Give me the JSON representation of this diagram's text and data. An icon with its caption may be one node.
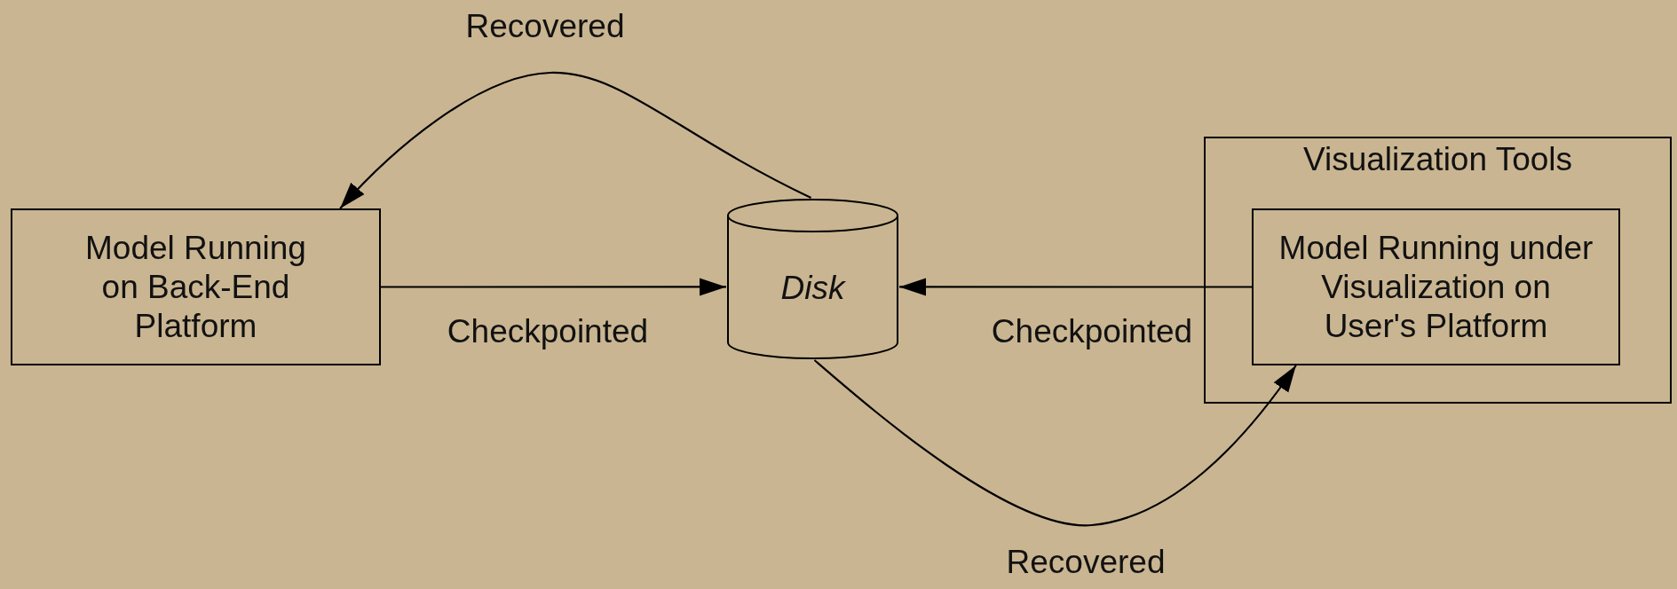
{
  "diagram": {
    "nodes": [
      {
        "text": [
          "Model Running on Back-End Platform"
        ]
      },
      {
        "text": [
          "Disk"
        ]
      },
      {
        "text": [
          "Visualization Tools"
        ]
      },
      {
        "text": [
          "Model Running under Visualization on User's Platform"
        ],
        "in": 2
      }
    ],
    "edges": [
      {
        "from": 0,
        "to": 1,
        "arrow": "to",
        "label": "Checkpointed"
      },
      {
        "from": 3,
        "to": 1,
        "arrow": "to",
        "label": "Checkpointed"
      },
      {
        "from": 1,
        "to": 0,
        "arrow": "to",
        "label": "Recovered"
      },
      {
        "from": 1,
        "to": 3,
        "arrow": "to",
        "label": "Recovered"
      }
    ]
  }
}
